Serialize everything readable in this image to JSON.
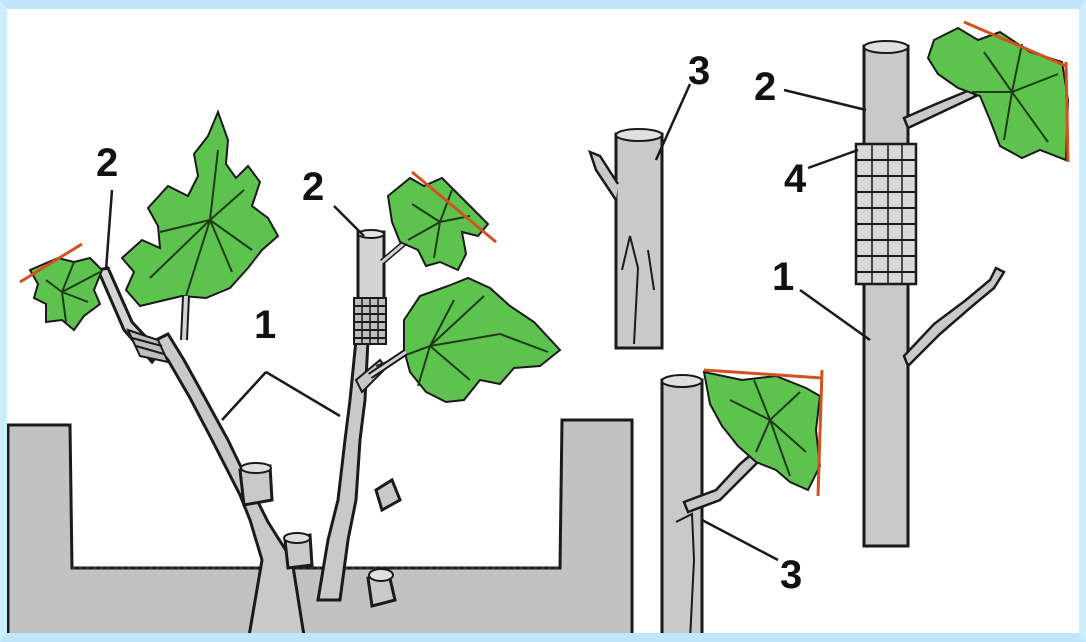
{
  "labels": {
    "left_scion_a": "2",
    "left_stock": "1",
    "left_scion_b": "2",
    "mid_top": "3",
    "mid_bottom": "3",
    "right_scion": "2",
    "right_wrap": "4",
    "right_stock": "1"
  },
  "colors": {
    "leaf_fill": "#5ec24e",
    "leaf_vein": "#1e3d16",
    "cut_line": "#d2521f",
    "soil": "#c2c2c2",
    "bark": "#c9c9c9",
    "outline": "#1a1a1a",
    "frame": "#bfe6fb"
  }
}
